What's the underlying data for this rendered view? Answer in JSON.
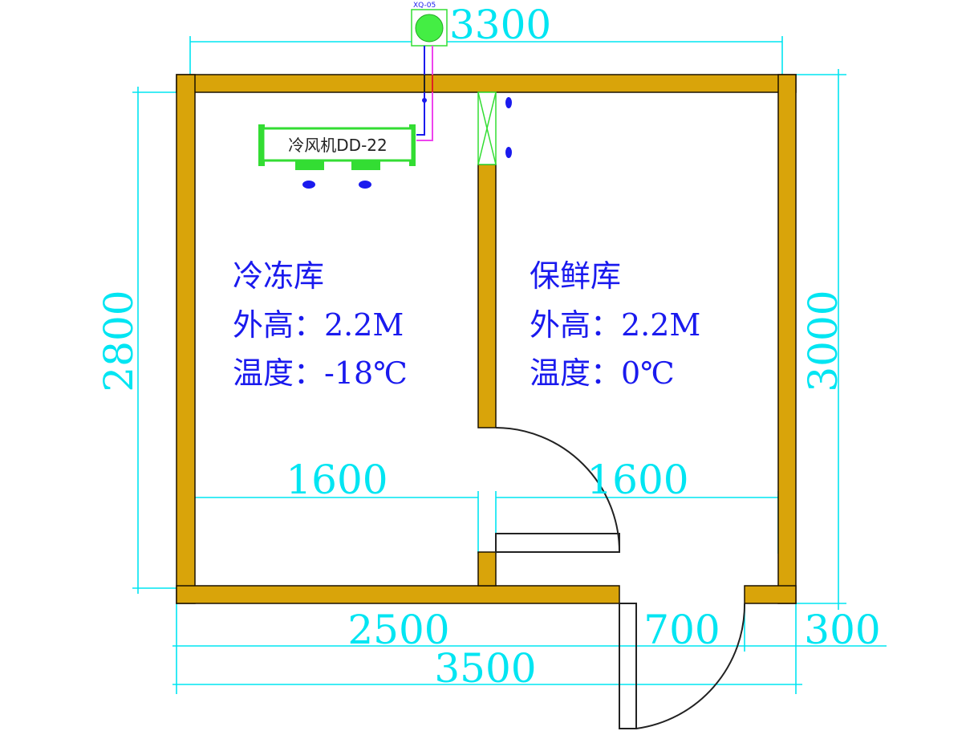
{
  "dimensions": {
    "top_width": "3300",
    "left_height": "2800",
    "right_height": "3000",
    "left_room_width": "1600",
    "right_room_width": "1600",
    "bottom_left": "2500",
    "bottom_door": "700",
    "bottom_right": "300",
    "total_width": "3500"
  },
  "rooms": {
    "freezer": {
      "name": "冷冻库",
      "height": "外高：2.2M",
      "temperature": "温度：-18℃"
    },
    "chiller": {
      "name": "保鲜库",
      "height": "外高：2.2M",
      "temperature": "温度：0℃"
    }
  },
  "equipment": {
    "evaporator_label": "冷风机DD-22",
    "condenser_label": "XQ-05"
  },
  "colors": {
    "wall": "#d9a40a",
    "dimension": "#00e5f2",
    "text": "#1a1aee",
    "equipment": "#33dd33"
  }
}
